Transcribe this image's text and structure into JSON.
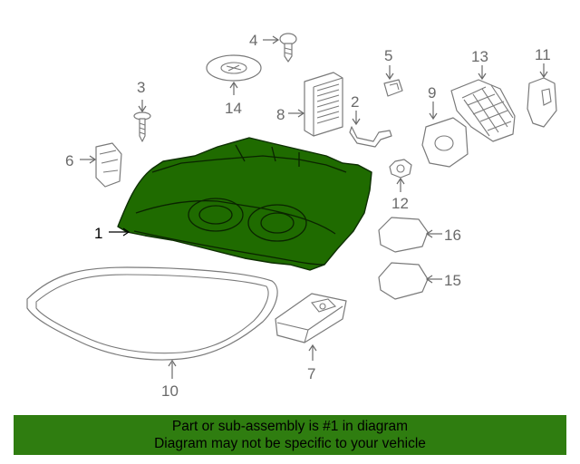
{
  "callouts": {
    "c1": "1",
    "c2": "2",
    "c3": "3",
    "c4": "4",
    "c5": "5",
    "c6": "6",
    "c7": "7",
    "c8": "8",
    "c9": "9",
    "c10": "10",
    "c11": "11",
    "c12": "12",
    "c13": "13",
    "c14": "14",
    "c15": "15",
    "c16": "16"
  },
  "footer": {
    "line1": "Part or sub-assembly is #1 in diagram",
    "line2": "Diagram may not be specific to your vehicle"
  },
  "colors": {
    "highlight": "#1f6b00",
    "footer_bg": "#2f7d10",
    "part_stroke": "#7a7a7a"
  }
}
